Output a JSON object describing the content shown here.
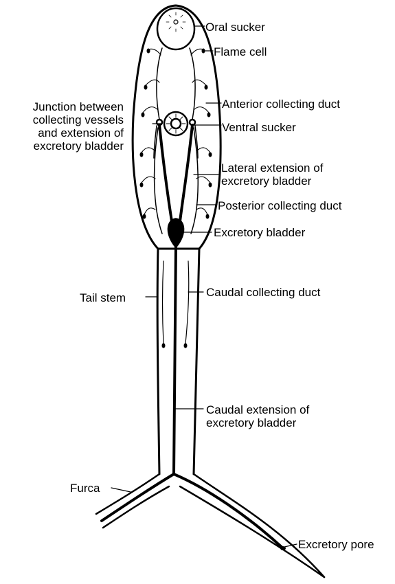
{
  "labels": {
    "oral_sucker": "Oral sucker",
    "flame_cell": "Flame cell",
    "anterior_collecting_duct": "Anterior collecting duct",
    "junction": "Junction between\ncollecting vessels\nand extension of\nexcretory bladder",
    "ventral_sucker": "Ventral sucker",
    "lateral_extension": "Lateral extension of\nexcretory bladder",
    "posterior_collecting_duct": "Posterior collecting duct",
    "excretory_bladder": "Excretory bladder",
    "tail_stem": "Tail stem",
    "caudal_collecting_duct": "Caudal collecting duct",
    "caudal_extension": "Caudal extension of\nexcretory bladder",
    "furca": "Furca",
    "excretory_pore": "Excretory pore"
  },
  "colors": {
    "ink": "#000000",
    "background": "#ffffff"
  }
}
